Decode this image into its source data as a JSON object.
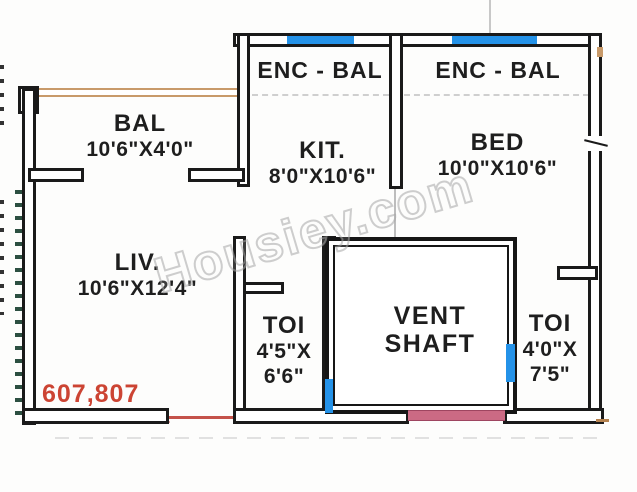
{
  "floor_plan": {
    "watermark": "Housiey.com",
    "unit_numbers": "607,807",
    "rooms": {
      "enc_bal_left": {
        "name": "ENC - BAL"
      },
      "enc_bal_right": {
        "name": "ENC - BAL"
      },
      "bal": {
        "name": "BAL",
        "dimensions": "10'6\"X4'0\""
      },
      "kit": {
        "name": "KIT.",
        "dimensions": "8'0\"X10'6\""
      },
      "bed": {
        "name": "BED",
        "dimensions": "10'0\"X10'6\""
      },
      "liv": {
        "name": "LIV.",
        "dimensions": "10'6\"X12'4\""
      },
      "toi_left": {
        "name": "TOI",
        "dimensions_line1": "4'5\"X",
        "dimensions_line2": "6'6\""
      },
      "vent_shaft": {
        "name_line1": "VENT",
        "name_line2": "SHAFT"
      },
      "toi_right": {
        "name": "TOI",
        "dimensions_line1": "4'0\"X",
        "dimensions_line2": "7'5\""
      }
    },
    "colors": {
      "wall": "#1a1a1a",
      "window": "#2492e8",
      "balcony_open_edge": "#c89a6a",
      "unit_number_text": "#cc4433",
      "duct_band": "#cb6a84",
      "entrance_line": "#c4524a",
      "landscape_dash": "#2c4f41"
    }
  }
}
